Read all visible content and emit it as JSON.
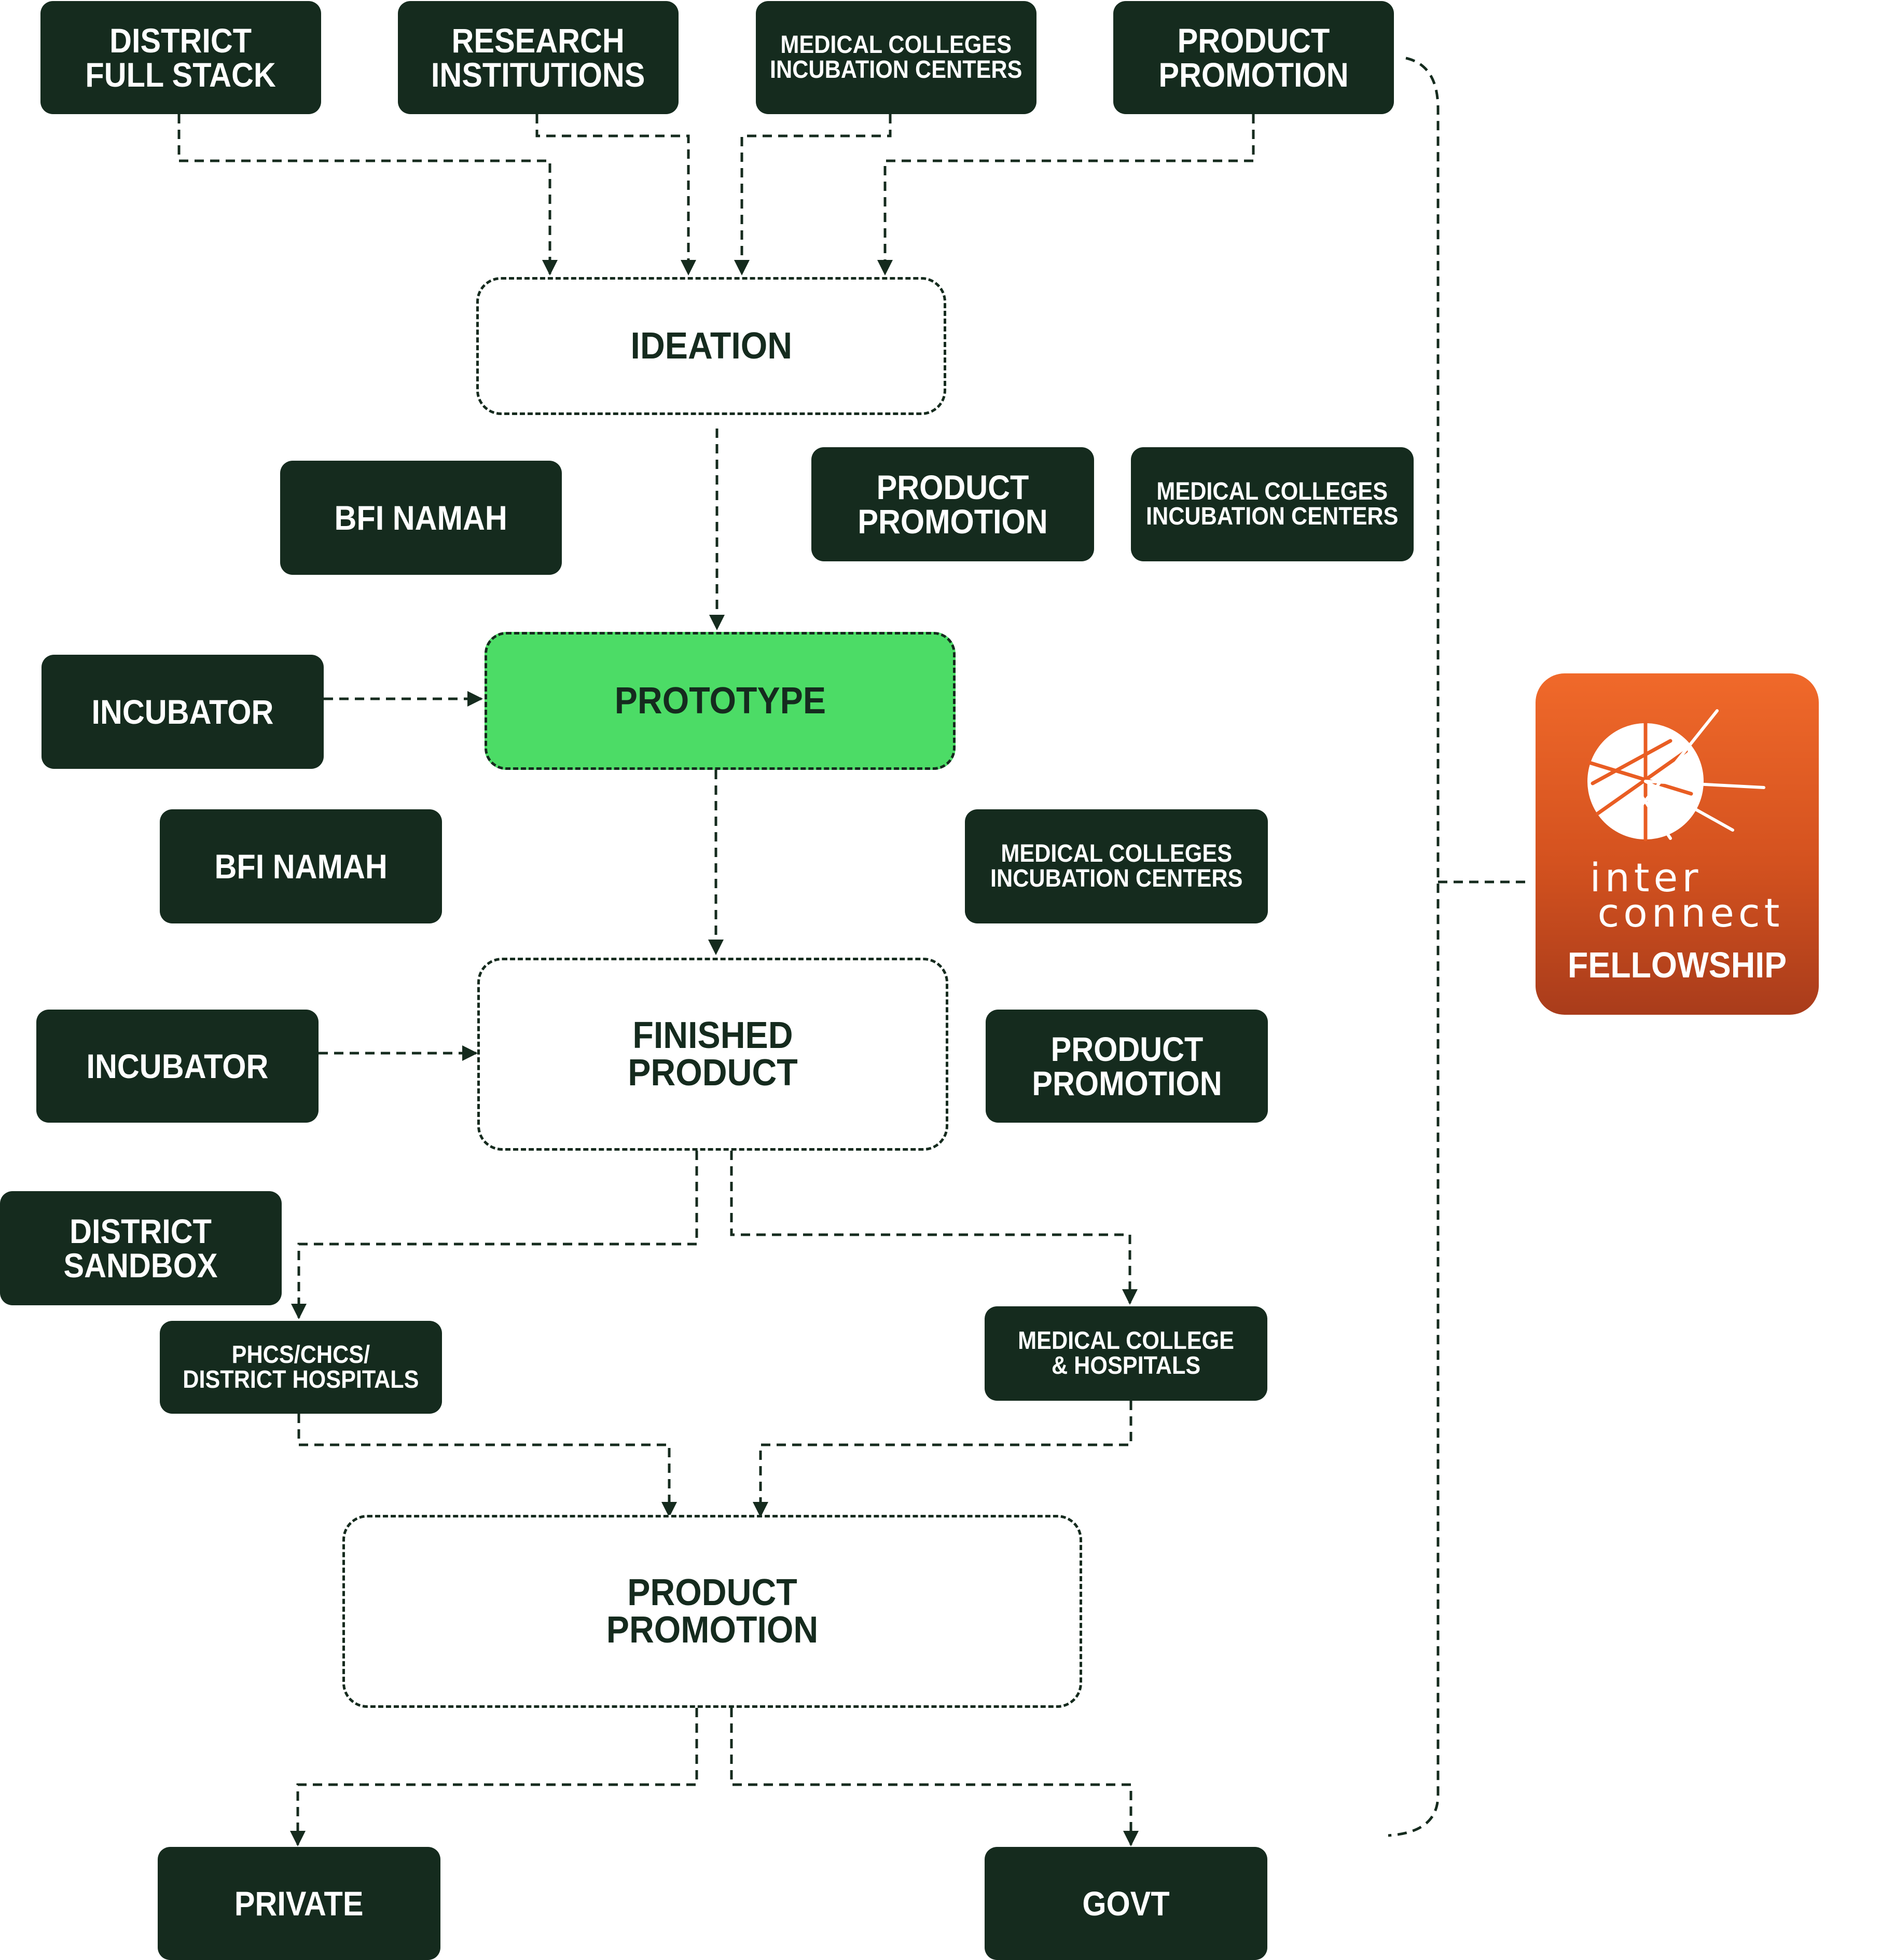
{
  "colors": {
    "node_dark": "#152b1e",
    "prototype_green": "#4cdc66",
    "logo_orange": "#e95d23",
    "ink": "#152b1e"
  },
  "sources": {
    "district_full_stack": "DISTRICT\nFULL STACK",
    "research_institutions": "RESEARCH\nINSTITUTIONS",
    "medical_colleges_top": "MEDICAL COLLEGES\nINCUBATION CENTERS",
    "product_promotion_top": "PRODUCT\nPROMOTION"
  },
  "stages": {
    "ideation": "IDEATION",
    "prototype": "PROTOTYPE",
    "finished_product": "FINISHED\nPRODUCT",
    "product_promotion": "PRODUCT\nPROMOTION"
  },
  "supports": {
    "bfi_namah_1": "BFI NAMAH",
    "product_promotion_mid": "PRODUCT\nPROMOTION",
    "medical_colleges_mid": "MEDICAL COLLEGES\nINCUBATION CENTERS",
    "incubator_1": "INCUBATOR",
    "bfi_namah_2": "BFI NAMAH",
    "medical_colleges_low": "MEDICAL COLLEGES\nINCUBATION CENTERS",
    "incubator_2": "INCUBATOR",
    "product_promotion_low": "PRODUCT\nPROMOTION",
    "district_sandbox": "DISTRICT\nSANDBOX",
    "phcs": "PHCS/CHCS/\nDISTRICT HOSPITALS",
    "medical_college_hospitals": "MEDICAL COLLEGE\n& HOSPITALS"
  },
  "outcomes": {
    "private": "PRIVATE",
    "govt": "GOVT"
  },
  "logo": {
    "line1": "inter",
    "line2": "connect",
    "tagline": "FELLOWSHIP",
    "icon": "interconnect-sunburst-icon"
  }
}
